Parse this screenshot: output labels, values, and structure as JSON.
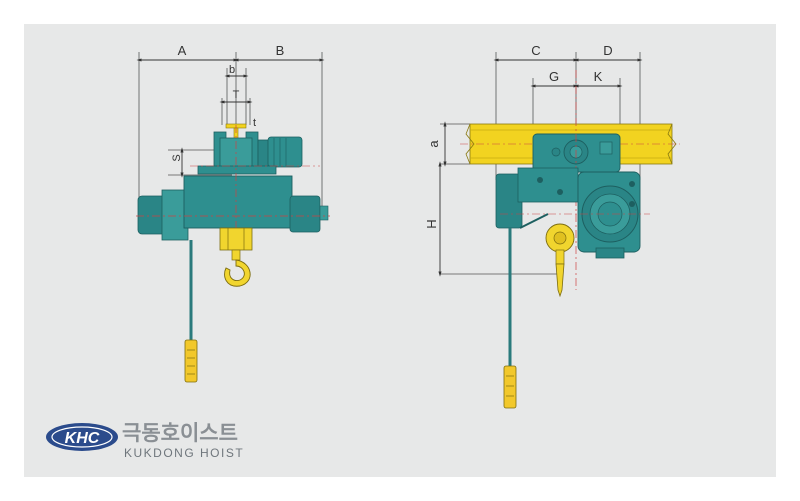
{
  "diagram": {
    "front_view": {
      "labels": {
        "A": "A",
        "B": "B",
        "b": "b",
        "T": "T",
        "t": "t",
        "S": "S"
      }
    },
    "side_view": {
      "labels": {
        "C": "C",
        "D": "D",
        "G": "G",
        "K": "K",
        "a": "a",
        "H": "H"
      }
    }
  },
  "logo": {
    "mark": "KHC",
    "korean": "극동호이스트",
    "english": "KUKDONG HOIST"
  },
  "colors": {
    "panel": "#e7e8e8",
    "hoist_body": "#2e8f8f",
    "hoist_dark": "#1f6c6e",
    "girder": "#f2d320",
    "hook": "#f1d52e",
    "logo_blue": "#2b4b8c"
  }
}
